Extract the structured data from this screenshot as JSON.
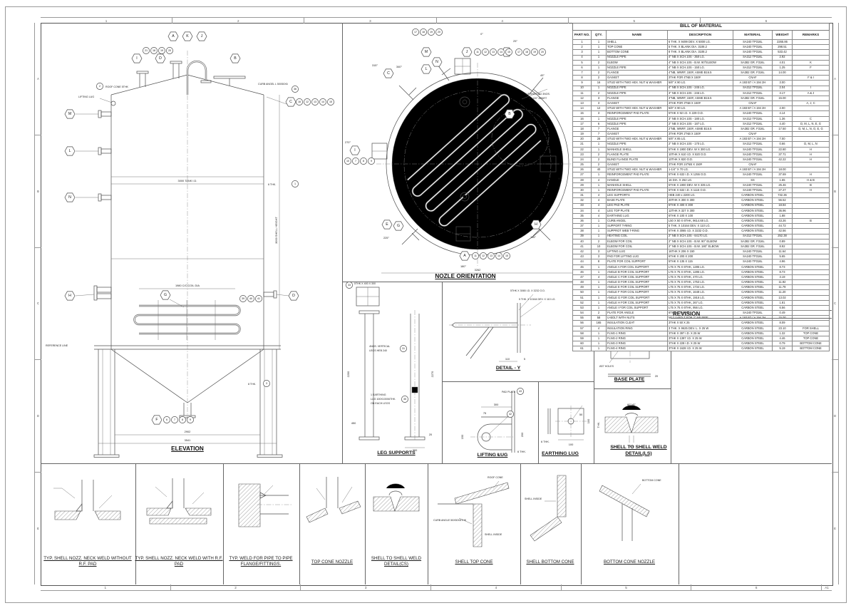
{
  "sheet": {
    "zone_columns": [
      "1",
      "2",
      "3",
      "4",
      "5",
      "6"
    ],
    "zone_rows": [
      "A",
      "B",
      "C",
      "D",
      "E"
    ],
    "corner_label": "A1"
  },
  "bom": {
    "title": "BILL OF MATERIAL",
    "headers": [
      "PART NO.",
      "QTY.",
      "NAME",
      "DESCRIPTION",
      "MATERIAL",
      "WEIGHT",
      "REMARKS"
    ],
    "rows": [
      [
        "1",
        "1",
        "SHELL",
        "6 THK. X 9499 DEV. X 5000 LG.",
        "SA240 TP316L",
        "2265.86",
        ""
      ],
      [
        "2",
        "1",
        "TOP CONE",
        "5 THK. X BLANK DIA. 3108.2",
        "SA240 TP316L",
        "298.51",
        ""
      ],
      [
        "3",
        "1",
        "BOTTOM CONE",
        "8 THK. X BLANK DIA. 3108.2",
        "SA240 TP316L",
        "533.42",
        ""
      ],
      [
        "4",
        "1",
        "NOZZLE PIPE",
        "4\" NB X SCH.10S - 350 LG.",
        "SA312 TP316L",
        "2.92",
        ""
      ],
      [
        "5",
        "2",
        "ELBOW",
        "4\" NB X SCH.10S - B.W. 90°ELBOW",
        "SA382 GR. F316L",
        "4.01",
        "K"
      ],
      [
        "6",
        "1",
        "NOZZLE PIPE",
        "4\" NB X SCH.10S - 150 LG.",
        "SA312 TP316L",
        "1.25",
        "F"
      ],
      [
        "7",
        "2",
        "FLANGE",
        "4\"NB, WNRF, 150#, ASME B16.5",
        "SA382 GR. F316L",
        "14.00",
        ""
      ],
      [
        "8",
        "2",
        "GASKET",
        "3THK FOR 4\"NB X 150#",
        "CNAF",
        "",
        "F & I"
      ],
      [
        "9",
        "16",
        "STUD WITH TWO HEX. NUT & WASHER",
        "5/8\" X 90 LG.",
        "A 193 B7 / A 194 2H",
        "3.00",
        ""
      ],
      [
        "10",
        "1",
        "NOZZLE PIPE",
        "4\" NB X SCH.10S - 245 LG.",
        "SA312 TP316L",
        "2.04",
        "I"
      ],
      [
        "11",
        "2",
        "NOZZLE PIPE",
        "3\" NB X SCH.10S - 246 LG.",
        "SA312 TP316L",
        "3.17",
        "A & J"
      ],
      [
        "12",
        "3",
        "FLANGE",
        "3\"NB, WNRF, 150#, ASME B16.5",
        "SA382 GR. F316L",
        "15.00",
        ""
      ],
      [
        "13",
        "3",
        "GASKET",
        "3THK FOR 3\"NB X 150#",
        "CNAF",
        "",
        "A, J, C"
      ],
      [
        "14",
        "12",
        "STUD WITH TWO HEX. NUT & WASHER",
        "5/8\" X 90 LG.",
        "A 193 B7 / A 194 2H",
        "2.00",
        ""
      ],
      [
        "15",
        "3",
        "REINFORCEMENT PAD PLATE",
        "5THK X 92 I.D. X 229 O.D.",
        "SA240 TP316L",
        "4.14",
        ""
      ],
      [
        "16",
        "1",
        "NOZZLE PIPE",
        "3\" NB X SCH.10S - 180 LG.",
        "SA312 TP316L",
        "1.36",
        "C"
      ],
      [
        "17",
        "6",
        "NOZZLE PIPE",
        "2\" NB X SCH.10S - 187 LG.",
        "SA312 TP316L",
        "4.40",
        "D, M, L, N, E, G"
      ],
      [
        "18",
        "7",
        "FLANGE",
        "2\"NB, WNRF, 150#, ASME B16.5",
        "SA382 GR. F316L",
        "17.50",
        "D, M, L, N, O, E, G"
      ],
      [
        "19",
        "7",
        "GASKET",
        "3THK FOR 2\"NB X 150#",
        "CNAF",
        "",
        ""
      ],
      [
        "20",
        "28",
        "STUD WITH TWO HEX. NUT & WASHER",
        "5/8\" X 85 LG.",
        "A 193 B7 / A 194 2H",
        "7.00",
        ""
      ],
      [
        "21",
        "1",
        "NOZZLE PIPE",
        "2\" NB X SCH.10S - 170 LG.",
        "SA312 TP316L",
        "0.66",
        "D, M, L, N"
      ],
      [
        "22",
        "1",
        "MANHOLE SHELL",
        "5THK X 1900 DEV. W X 300 LG.",
        "SA240 TP316L",
        "22.80",
        "H"
      ],
      [
        "23",
        "2",
        "FLANGE PLATE",
        "10THK X 610 I.D. X 820 O.D.",
        "SA240 TP316L",
        "37.71",
        "H"
      ],
      [
        "24",
        "2",
        "BLIND FLANGE PLATE",
        "10THK X 820 O.D.",
        "SA240 TP316L",
        "42.22",
        "H"
      ],
      [
        "25",
        "2",
        "GASKET",
        "3THK FOR 24\"NB X 150#",
        "CNAF",
        "",
        ""
      ],
      [
        "26",
        "40",
        "STUD WITH TWO HEX. NUT & WASHER",
        "1-1/4\" X 70 LG.",
        "A 193 B7 / A 194 2H",
        "18.00",
        ""
      ],
      [
        "27",
        "1",
        "REINFORCEMENT PAD PLATE",
        "5THK X 632 I.D. X 1255 O.D.",
        "SA240 TP316L",
        "37.69",
        "H"
      ],
      [
        "28",
        "4",
        "HANDLE",
        "16 DIA. X 262 LG.",
        "SS",
        "1.65",
        "H & B"
      ],
      [
        "29",
        "1",
        "MANHOLE SHELL",
        "5THK X 1900 DEV. W X 335 LG.",
        "SA240 TP316L",
        "25.46",
        "B"
      ],
      [
        "30",
        "1",
        "REINFORCEMENT PAD PLATE",
        "5THK X 632 I.D. X 1115 O.D.",
        "SA240 TP316L",
        "27.27",
        "H"
      ],
      [
        "31",
        "4",
        "LEG SUPPORTS",
        "HEB 240 x 2200 LG.",
        "CARBON STEEL",
        "732.36",
        ""
      ],
      [
        "32",
        "4",
        "BASE PLATE",
        "20THK X 300 X 300",
        "CARBON STEEL",
        "56.52",
        ""
      ],
      [
        "33",
        "4",
        "LEG PAD PLATE",
        "5THK X 400 X 300",
        "CARBON STEEL",
        "18.84",
        ""
      ],
      [
        "34",
        "4",
        "LEG TOP PLATE",
        "12THK X 327 X 300",
        "CARBON STEEL",
        "36.96",
        ""
      ],
      [
        "35",
        "4",
        "EARTHING LUG",
        "6THK X 100 X 100",
        "CARBON STEEL",
        "1.88",
        ""
      ],
      [
        "36",
        "1",
        "CURB ANGEL",
        "L50 X 50 X 6THK, 9614.68 LG.",
        "CARBON STEEL",
        "43.26",
        "B"
      ],
      [
        "37",
        "1",
        "SUPPORT T-RING",
        "5 THK. X 10164 DEV. X 110 LG.",
        "CARBON STEEL",
        "44.72",
        ""
      ],
      [
        "38",
        "1",
        "SUPPROT WEB T-RING",
        "5THK X 3065 I.D. X 3232 O.D.",
        "CARBON STEEL",
        "42.56",
        ""
      ],
      [
        "39",
        "1",
        "HEATING COIL",
        "2\" NB X SCH.10S - 64170 LG.",
        "SA312 TP316L",
        "252.38",
        ""
      ],
      [
        "40",
        "2",
        "ELBOW FOR COIL",
        "2\" NB X SCH.10S - B.W. 90° ELBOW",
        "SA382 GR. F316L",
        "0.89",
        ""
      ],
      [
        "41",
        "10",
        "ELBOW FOR COIL",
        "2\" NB X SCH.10S - B.W. 180° ELBOW",
        "SA382 GR. F316L",
        "8.92",
        ""
      ],
      [
        "42",
        "3",
        "LIFTING LUG",
        "16THK X 206 X 150",
        "SA240 TP316L",
        "11.64",
        ""
      ],
      [
        "43",
        "3",
        "PAD FOR LIFTING LUG",
        "6THK X 200 X 200",
        "SA240 TP316L",
        "5.65",
        ""
      ],
      [
        "44",
        "8",
        "PLATE FOR COIL SUPPORT",
        "5THK X 135 X 115",
        "SA240 TP316L",
        "4.96",
        ""
      ],
      [
        "45",
        "1",
        "ANGLE A FOR COIL SUPPORT",
        "L75 X 75 X 6THK, 1285 LG.",
        "CARBON STEEL",
        "8.73",
        ""
      ],
      [
        "46",
        "1",
        "ANGLE B FOR COIL SUPPORT",
        "L75 X 75 X 6THK, 1285 LG.",
        "CARBON STEEL",
        "8.73",
        ""
      ],
      [
        "47",
        "4",
        "ANGLE C FOR COIL SUPPORT",
        "L75 X 75 X 6THK, 470 LG.",
        "CARBON STEEL",
        "3.19",
        ""
      ],
      [
        "48",
        "1",
        "ANGLE D FOR COIL SUPPORT",
        "L75 X 75 X 6THK, 1753 LG.",
        "CARBON STEEL",
        "11.92",
        ""
      ],
      [
        "49",
        "1",
        "ANGLE E FOR COIL SUPPORT",
        "L75 X 75 X 6THK, 1734 LG.",
        "CARBON STEEL",
        "11.79",
        ""
      ],
      [
        "50",
        "1",
        "ANGLE F FOR COIL SUPPORT",
        "L75 X 75 X 6THK, 1648 LG.",
        "CARBON STEEL",
        "11.20",
        ""
      ],
      [
        "51",
        "1",
        "ANGLE G FOR COIL SUPPORT",
        "L75 X 75 X 6THK, 1916 LG.",
        "CARBON STEEL",
        "13.02",
        ""
      ],
      [
        "52",
        "1",
        "ANGLE H FOR COIL SUPPORT",
        "L75 X 75 X 6THK, 267 LG.",
        "CARBON STEEL",
        "1.81",
        ""
      ],
      [
        "53",
        "1",
        "ANGLE I FOR COIL SUPPORT",
        "L75 X 75 X 6THK, 956 LG.",
        "CARBON STEEL",
        "6.56",
        ""
      ],
      [
        "54",
        "2",
        "PLATE FOR ANGLE",
        "6THK X 75 X 70",
        "SA240 TP316L",
        "0.49",
        ""
      ],
      [
        "55",
        "58",
        "U-BOLT WITH NUTS",
        "M12 U-BOLT FOR 2\" NB PIPE",
        "A 193 B7 / A 194 2H",
        "15.00",
        ""
      ],
      [
        "56",
        "165",
        "INSULATION CLEAT",
        "3THK X 50 X 25",
        "CARBON STEEL",
        "8.09",
        ""
      ],
      [
        "57",
        "4",
        "INSULATION RING",
        "3 THK. X 9625 DEV. L. X 25 W",
        "CARBON STEEL",
        "23.10",
        "FOR SHELL"
      ],
      [
        "58",
        "1",
        "FLNG-1 RING",
        "3THK X 397 I.D. X 25 W",
        "CARBON STEEL",
        "1.32",
        "TOP CONE"
      ],
      [
        "59",
        "1",
        "FLNG-2 RING",
        "3THK X 1397 I.D. X 25 W",
        "CARBON STEEL",
        "4.46",
        "TOP CONE"
      ],
      [
        "60",
        "1",
        "FLNG-3 RING",
        "3THK X 228 I.D. X 25 W",
        "CARBON STEEL",
        "0.79",
        "BOTTOM CONE"
      ],
      [
        "61",
        "1",
        "FLNG-4 RING",
        "3THK X 1628 I.D. X 25 W",
        "CARBON STEEL",
        "5.19",
        "BOTTOM CONE"
      ]
    ]
  },
  "revision": {
    "title": "REVISION"
  },
  "elevation": {
    "title": "ELEVATION",
    "hex": {
      "a": "A",
      "k": "K",
      "j": "J",
      "i": "I",
      "d": "D",
      "b": "B",
      "m": "M",
      "l": "L",
      "n": "N",
      "h": "H",
      "c": "C",
      "d2": "D",
      "g": "G",
      "f": "F"
    },
    "c_top_d": [
      "21",
      "18",
      "19",
      "20"
    ],
    "c_right": [
      "16",
      "12",
      "13",
      "14",
      "15"
    ],
    "c_outlet": [
      "6",
      "7",
      "8",
      "9"
    ],
    "c_coil": [
      "39",
      "40",
      "41"
    ],
    "p1": "1",
    "p2": "2",
    "p3": "3",
    "p36": "36",
    "notes": {
      "roof": "ROOF CONE 5THK",
      "curb": "CURB ANGEL L 50X50X6",
      "lifting": "LIFTING LUG",
      "reference": "REFERENCE LINE",
      "shell_thk": "6 THK.",
      "cone_thk": "8 THK."
    },
    "dims": {
      "tank_id": "3000 TANK I.D.",
      "shell_height": "3000 SHELL HEIGHT",
      "coil_dia": "1980 C/C COIL DIA",
      "legs_inner": "2902",
      "legs_outer": "3541"
    }
  },
  "orientation": {
    "title": "NOZLE ORIENTATION",
    "hex": {
      "j": "J",
      "m": "M",
      "n": "N",
      "l": "L",
      "d": "D",
      "c": "C",
      "b": "B",
      "i": "I",
      "e": "E",
      "g": "G",
      "h": "H",
      "a": "A"
    },
    "angles": {
      "a0": "0°",
      "a25": "25°",
      "a45": "45°",
      "a90": "90°",
      "a135": "135°",
      "a180": "180°",
      "a225": "225°",
      "a270": "270°",
      "a315": "315°",
      "a340": "340°"
    },
    "circles_j": [
      "11",
      "12",
      "13",
      "14",
      "15"
    ],
    "circles_mnl": [
      "17",
      "18",
      "19",
      "20"
    ],
    "circles_d": [
      "17",
      "18",
      "19",
      "20"
    ],
    "circles_i": [
      "10",
      "7",
      "8",
      "9"
    ],
    "circles_a": [
      "11",
      "12",
      "13",
      "14",
      "15"
    ],
    "note1": "LIFTING LUG 3NOS.",
    "note2": "AT 120° APART",
    "dim_width": "3262"
  },
  "details": {
    "leg_supports": {
      "title": "LEG SUPPORTS",
      "balloon_leg": "31",
      "note_leg1": "4NOS. VERTICAL",
      "note_leg2": "LEGS HEB 240",
      "balloon_lug": "35",
      "note_lug1": "1 EARTHING",
      "note_lug2": "LUG 100X100X6THK.",
      "note_lug3": "ON EACH LEGS",
      "balloon_pad": "33",
      "callout_pad": "5THK X 400 X 300",
      "dim_height": "2200",
      "dim_height2": "2270",
      "dim_base": "300",
      "dim_t": "20",
      "dim_off": "450"
    },
    "detail_y": {
      "title": "DETAIL - Y",
      "balloon_web": "38",
      "callout_web": "5THK X 3065 I.D. X 3232 O.D.",
      "balloon_ring": "37",
      "callout_ring": "5 THK. X 10164 DEV. X 110 LG.",
      "dim_w": "110",
      "dim_t": "5"
    },
    "lifting_lug": {
      "title": "LIFTING LUG",
      "callout_pad": "PAD PLATE",
      "balloon_lug": "42",
      "balloon_pad": "43",
      "dim_w": "300",
      "dim_h": "150",
      "dim_r": "200",
      "dim_t": "75",
      "dim_a": "15°",
      "thk": "6 THK."
    },
    "earthing_lug": {
      "title": "EARTHING LUG",
      "balloon": "35",
      "dim_w": "100",
      "dim_h": "100",
      "dim_c": "50",
      "thk": "6 THK."
    },
    "base_plate": {
      "title": "BASE PLATE",
      "balloon": "32",
      "dim_w": "300",
      "dim_w2": "150",
      "dim_h": "300",
      "dim_h2": "120",
      "dim_t": "20",
      "holes": "Ø27 HOLES"
    },
    "shell_weld_ls": {
      "title1": "SHELL TO SHELL WELD",
      "title2": "DETAIL(LS)",
      "angle": "60°±5°",
      "gap": "1-2",
      "thk": "THK."
    }
  },
  "panels": [
    {
      "title": "TYP. SHELL NOZZ. NECK WELD WITHOUT R.F. PAD"
    },
    {
      "title": "TYP. SHELL NOZZ. NECK WELD WITH R.F. PAD"
    },
    {
      "title": "TYP. WELD FOR PIPE TO PIPE FLANGE/FITTINGS."
    },
    {
      "title": "TOP CONE NOZZLE"
    },
    {
      "title": "SHELL TO SHELL WELD DETAIL(CS)"
    },
    {
      "title": "SHELL TOP CONE",
      "labels": [
        "ROOF CONE",
        "CURB ANGLE 50X50X6THK",
        "SHELL INSIDE"
      ]
    },
    {
      "title": "SHELL BOTTOM CONE",
      "labels": [
        "SHELL INSIDE"
      ]
    },
    {
      "title": "BOTTOM CONE NOZZLE",
      "labels": [
        "BOTTOM CONE"
      ]
    }
  ]
}
